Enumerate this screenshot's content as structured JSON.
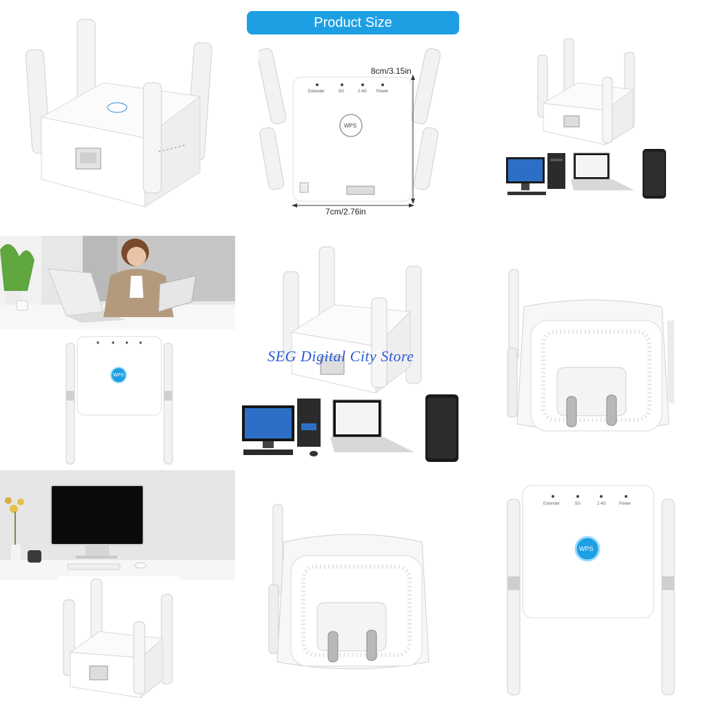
{
  "header": {
    "badge_label": "Product Size"
  },
  "dimensions": {
    "height_label": "8cm/3.15in",
    "width_label": "7cm/2.76in"
  },
  "device": {
    "indicators": [
      "Extender",
      "5G",
      "2.4G",
      "Power"
    ],
    "wps_label": "WPS",
    "accent_color": "#1e9fe4"
  },
  "watermark": {
    "text": "SEG Digital City Store"
  }
}
